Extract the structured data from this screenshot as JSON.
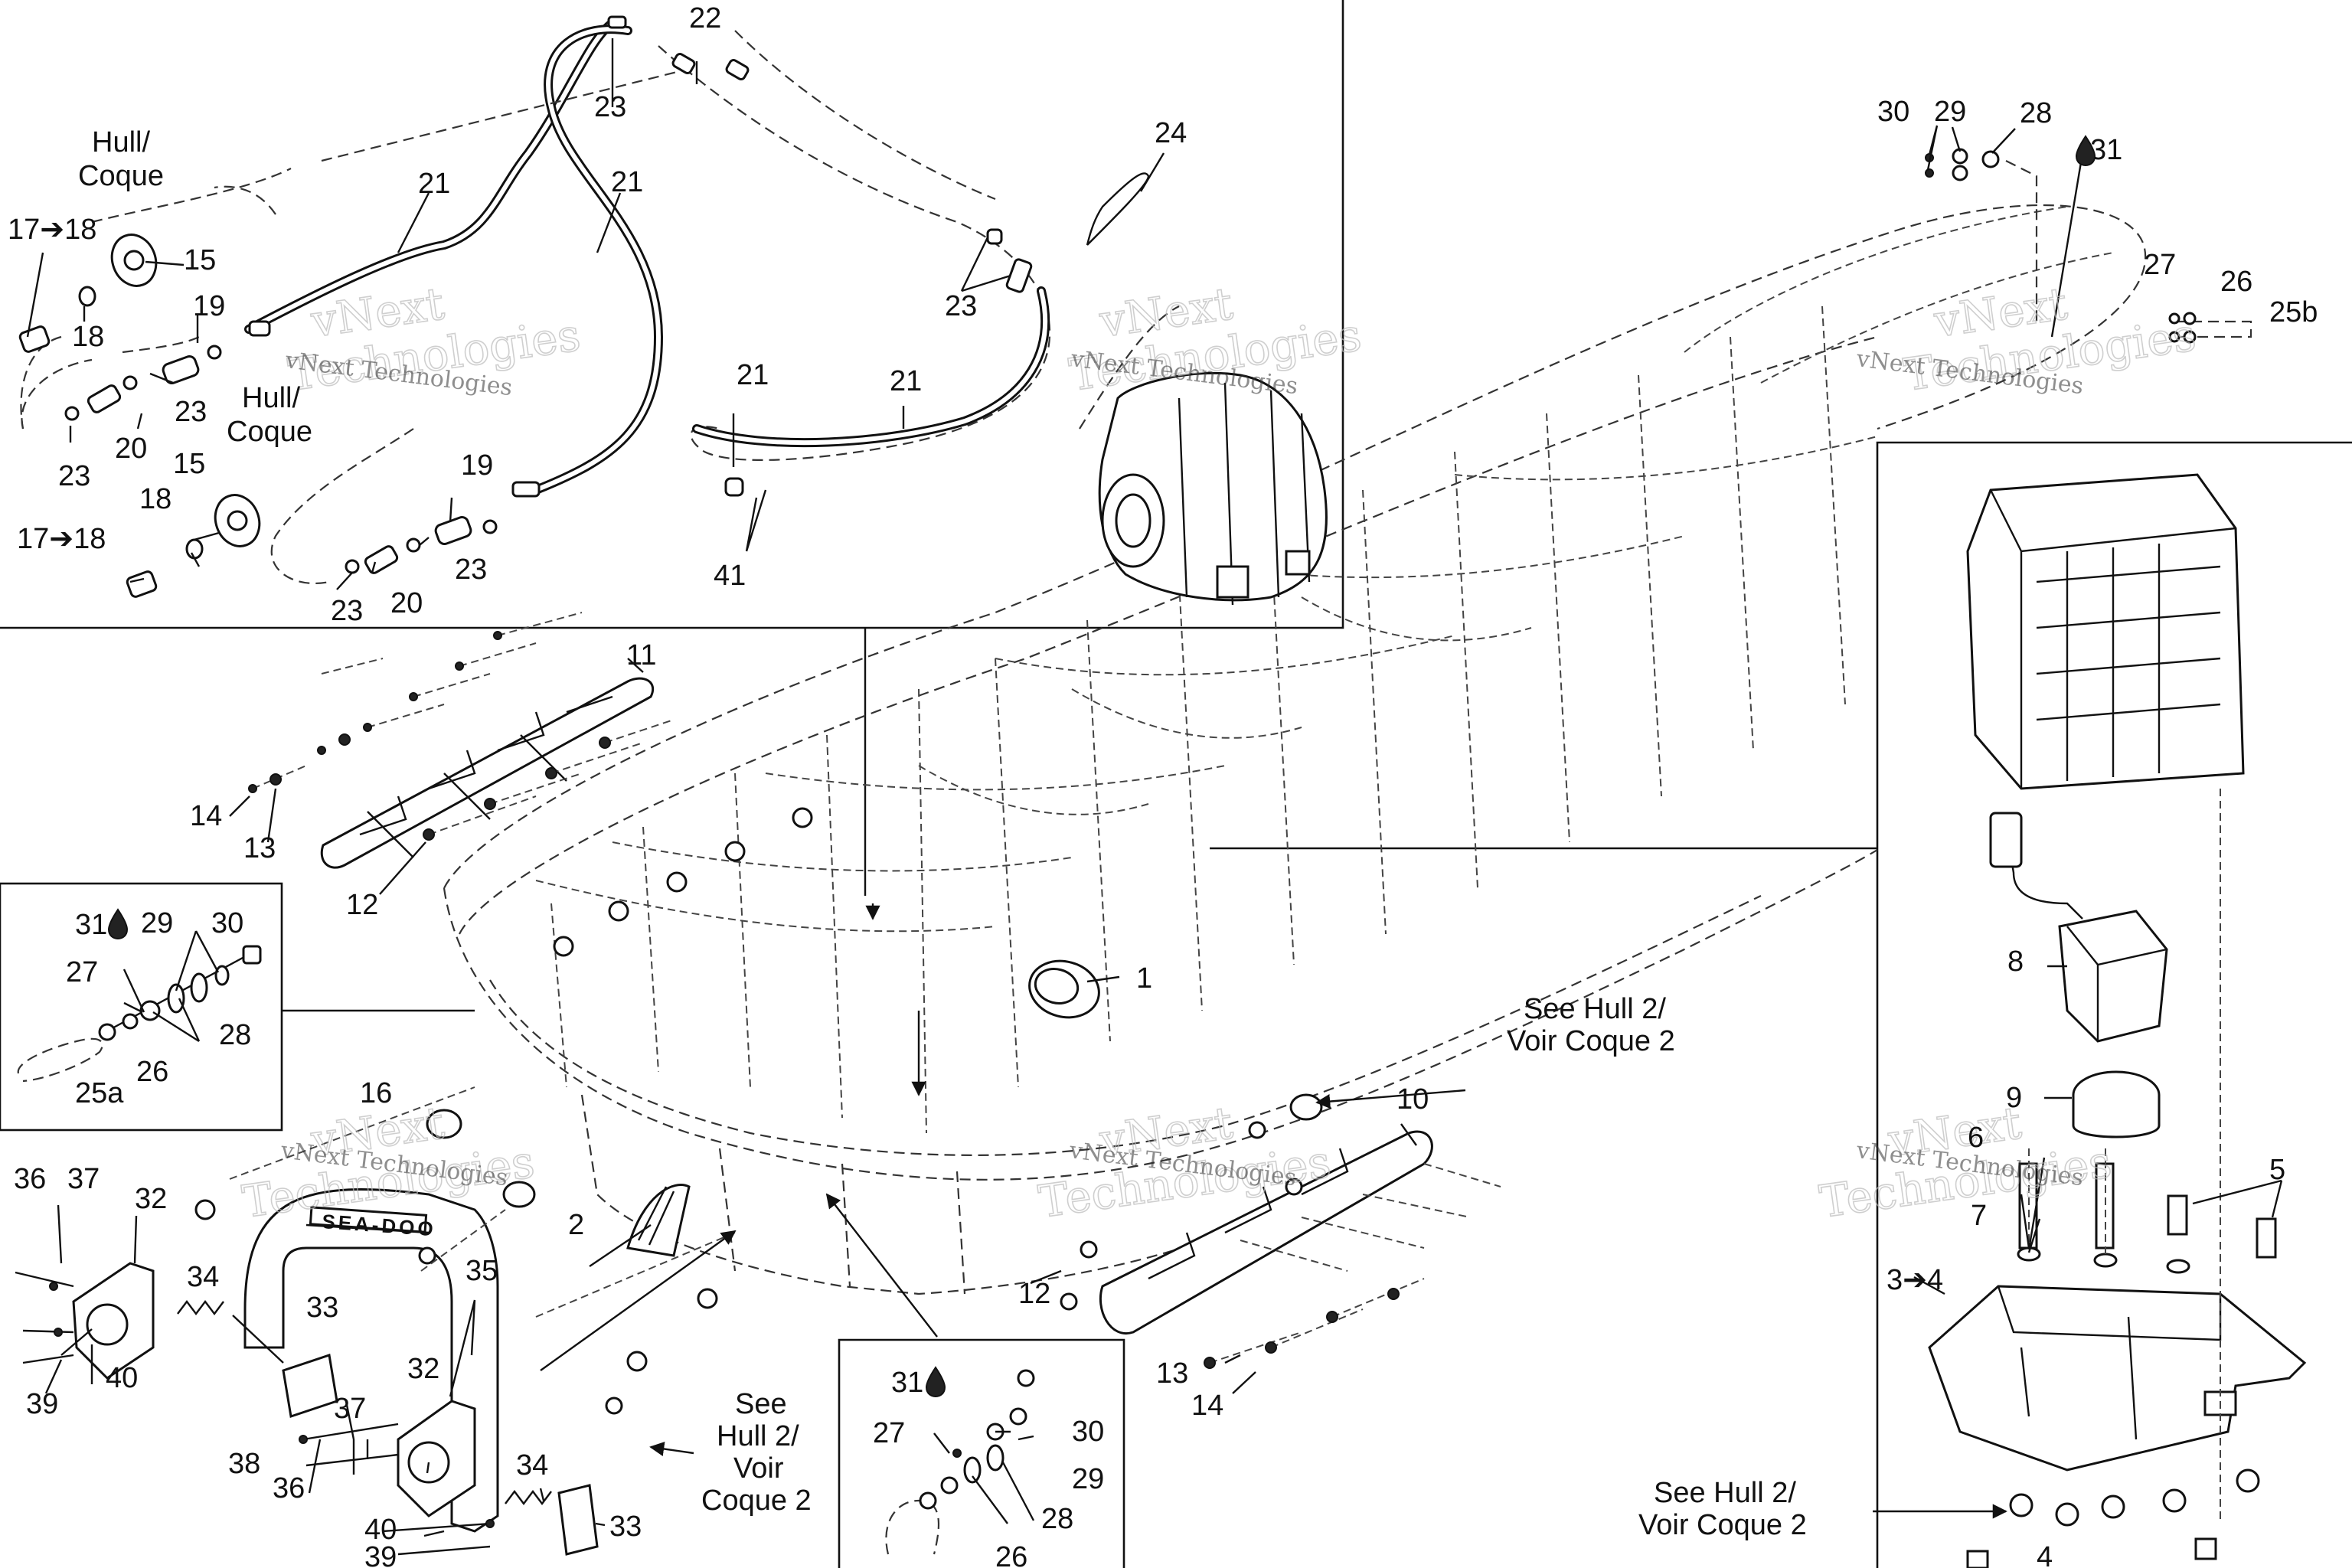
{
  "callouts": {
    "c1": "1",
    "c2": "2",
    "c3to4": "3➔4",
    "c4": "4",
    "c5": "5",
    "c6": "6",
    "c7": "7",
    "c8": "8",
    "c9": "9",
    "c10": "10",
    "c11": "11",
    "c12a": "12",
    "c12b": "12",
    "c13a": "13",
    "c13b": "13",
    "c14a": "14",
    "c14b": "14",
    "c15a": "15",
    "c15b": "15",
    "c16": "16",
    "c17a": "17➔18",
    "c17b": "17➔18",
    "c18a": "18",
    "c18b": "18",
    "c19a": "19",
    "c19b": "19",
    "c20a": "20",
    "c20b": "20",
    "c21a": "21",
    "c21b": "21",
    "c21c": "21",
    "c21d": "21",
    "c22": "22",
    "c23a": "23",
    "c23b": "23",
    "c23c": "23",
    "c23d": "23",
    "c23e": "23",
    "c23f": "23",
    "c24": "24",
    "c25a": "25a",
    "c25b": "25b",
    "c26a": "26",
    "c26b": "26",
    "c26c": "26",
    "c27a": "27",
    "c27b": "27",
    "c27c": "27",
    "c28a": "28",
    "c28b": "28",
    "c28c": "28",
    "c29a": "29",
    "c29b": "29",
    "c29c": "29",
    "c30a": "30",
    "c30b": "30",
    "c30c": "30",
    "c31a": "31",
    "c31b": "31",
    "c31c": "31",
    "c32a": "32",
    "c32b": "32",
    "c33a": "33",
    "c33b": "33",
    "c34a": "34",
    "c34b": "34",
    "c35": "35",
    "c36a": "36",
    "c36b": "36",
    "c37a": "37",
    "c37b": "37",
    "c38": "38",
    "c39a": "39",
    "c39b": "39",
    "c40a": "40",
    "c40b": "40",
    "c41": "41"
  },
  "notes": {
    "hull_coque_1_line1": "Hull/",
    "hull_coque_1_line2": "Coque",
    "hull_coque_2_line1": "Hull/",
    "hull_coque_2_line2": "Coque",
    "see_hull2_a_line1": "See Hull 2/",
    "see_hull2_a_line2": "Voir Coque 2",
    "see_hull2_b_line1": "See",
    "see_hull2_b_line2": "Hull 2/",
    "see_hull2_b_line3": "Voir",
    "see_hull2_b_line4": "Coque 2",
    "see_hull2_c_line1": "See Hull 2/",
    "see_hull2_c_line2": "Voir Coque 2"
  },
  "watermark": {
    "line1": "vNext Technologies",
    "big1": "vNext",
    "big2": "Technologies"
  },
  "brand_text": "SEA-DOO",
  "icons": [
    "drop-icon",
    "arrow-icon"
  ],
  "colors": {
    "ink": "#111111",
    "background": "#ffffff",
    "watermark": "#bbbbbb"
  }
}
